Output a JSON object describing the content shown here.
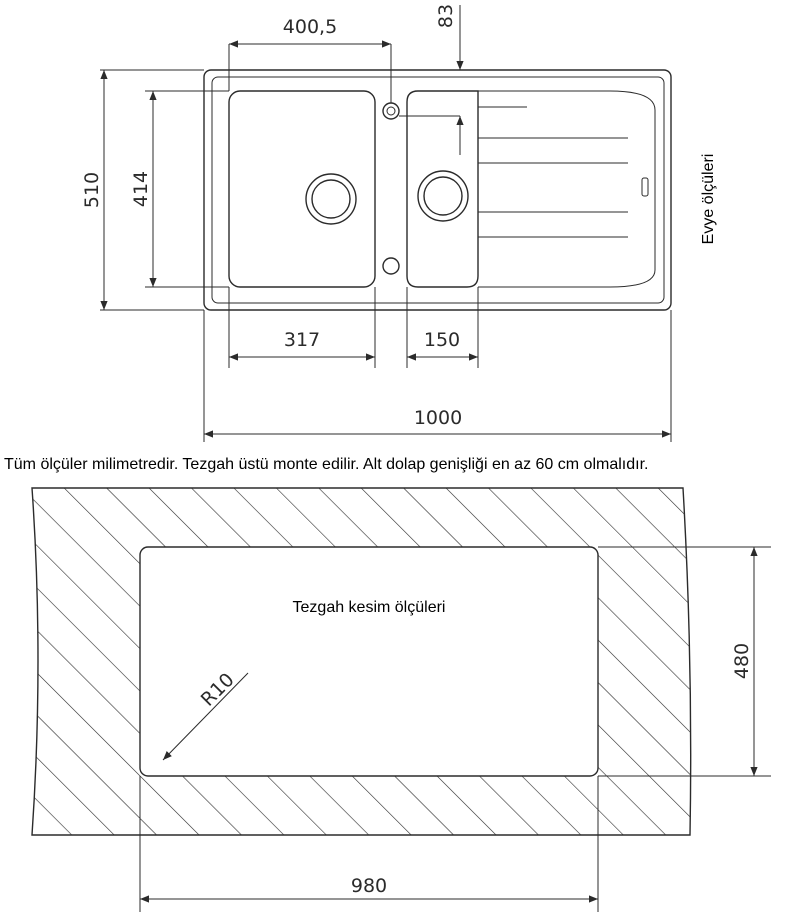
{
  "sink_view": {
    "dims": {
      "bowl_offset": "400,5",
      "drain_offset": "83",
      "overall_depth": "510",
      "bowl_depth": "414",
      "main_bowl_width": "317",
      "small_bowl_width": "150",
      "overall_width": "1000"
    },
    "side_label": "Evye ölçüleri"
  },
  "notice": "Tüm ölçüler milimetredir. Tezgah üstü monte edilir. Alt dolap genişliği en az 60 cm olmalıdır.",
  "cutout_view": {
    "title": "Tezgah kesim ölçüleri",
    "corner_radius": "R10",
    "cut_depth": "480",
    "cut_width": "980"
  },
  "colors": {
    "line": "#2b2b2b",
    "background": "#ffffff",
    "text": "#000000"
  }
}
